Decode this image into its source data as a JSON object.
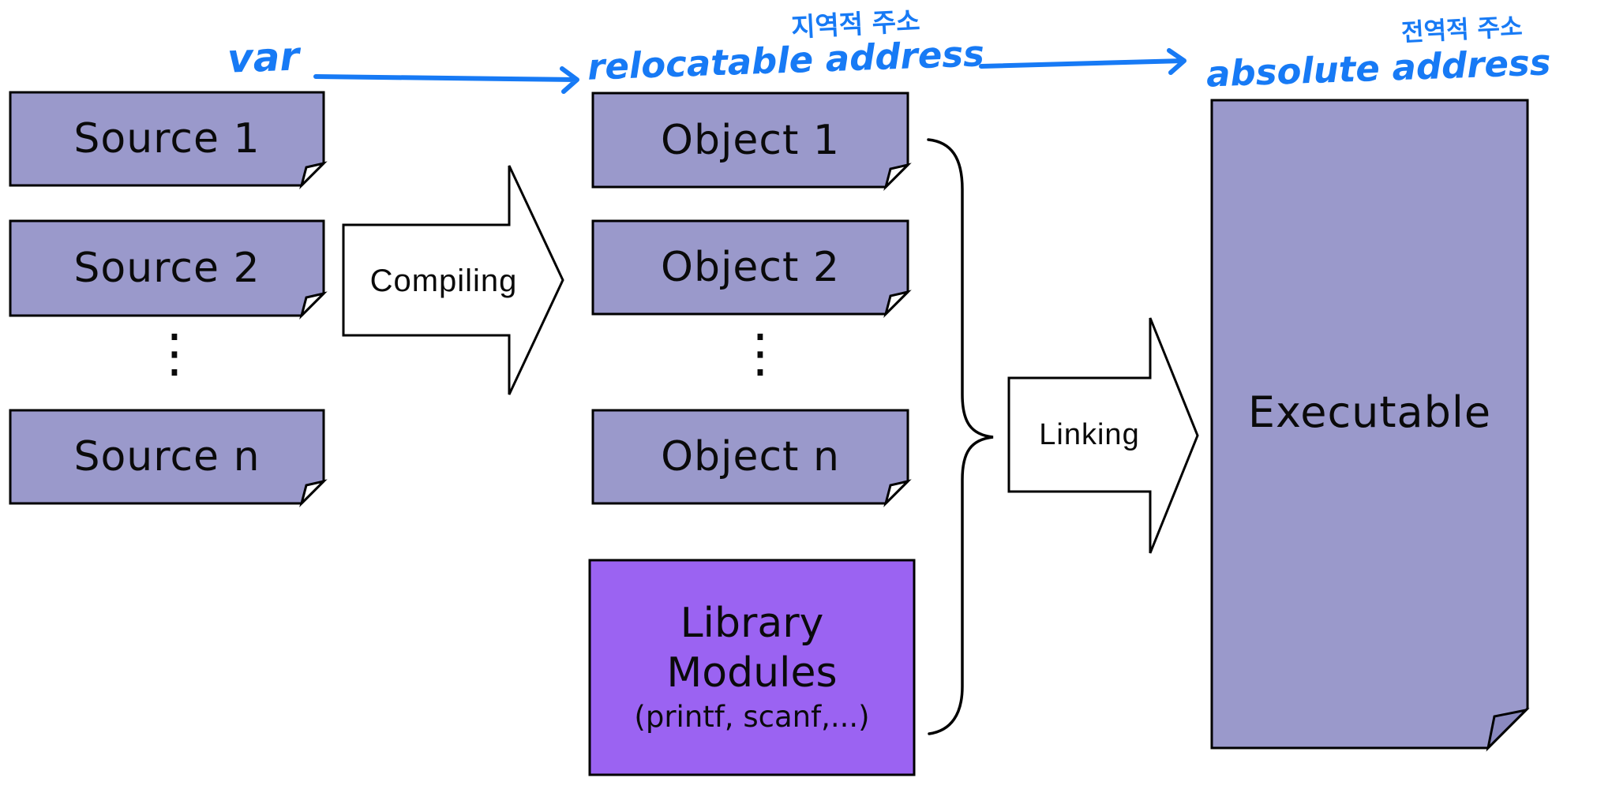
{
  "colors": {
    "doc_box_fill": "#9a99cb",
    "library_fill": "#9b63f2",
    "executable_fill": "#9a99cb",
    "fold_shade": "#8a89c0",
    "outline": "#000000",
    "ink_blue": "#177af5"
  },
  "sources": {
    "items": [
      {
        "label": "Source 1"
      },
      {
        "label": "Source 2"
      },
      {
        "label": "Source n"
      }
    ],
    "ellipsis": "⋮"
  },
  "objects": {
    "items": [
      {
        "label": "Object 1"
      },
      {
        "label": "Object 2"
      },
      {
        "label": "Object n"
      }
    ],
    "ellipsis": "⋮"
  },
  "library": {
    "line1": "Library",
    "line2": "Modules",
    "line3": "(printf, scanf,...)"
  },
  "executable": {
    "label": "Executable"
  },
  "processes": {
    "compiling_label": "Compiling",
    "linking_label": "Linking"
  },
  "annotations": {
    "var_label": "var",
    "relocatable_label": "relocatable address",
    "relocatable_korean": "지역적 주소",
    "absolute_label": "absolute address",
    "absolute_korean": "전역적 주소"
  }
}
